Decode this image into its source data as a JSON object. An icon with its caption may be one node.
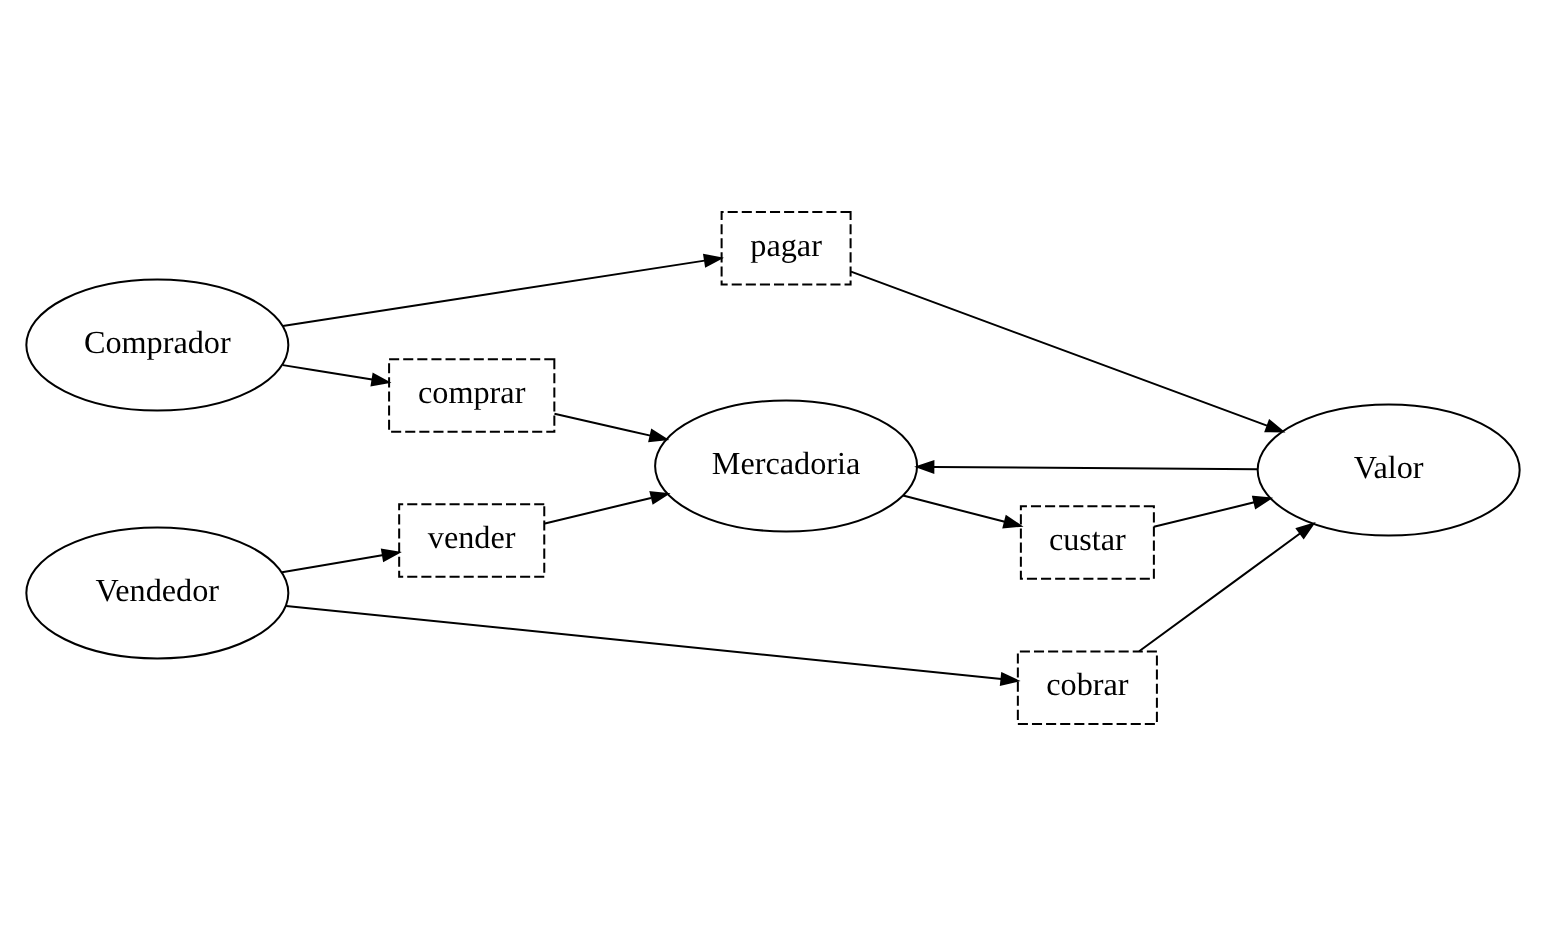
{
  "diagram": {
    "nodes": [
      {
        "text": [
          "comprar"
        ]
      },
      {
        "text": [
          "Mercadoria"
        ]
      },
      {
        "text": [
          "vender"
        ]
      },
      {
        "text": [
          "Comprador"
        ]
      },
      {
        "text": [
          "pagar"
        ]
      },
      {
        "text": [
          "custar"
        ]
      },
      {
        "text": [
          "Vendedor"
        ]
      },
      {
        "text": [
          "Valor"
        ]
      },
      {
        "text": [
          "cobrar"
        ]
      }
    ],
    "edges": [
      {
        "from": 3,
        "to": 0,
        "arrow": "to"
      },
      {
        "from": 0,
        "to": 1,
        "arrow": "to"
      },
      {
        "from": 6,
        "to": 2,
        "arrow": "to"
      },
      {
        "from": 2,
        "to": 1,
        "arrow": "to"
      },
      {
        "from": 3,
        "to": 4,
        "arrow": "to"
      },
      {
        "from": 4,
        "to": 7,
        "arrow": "to"
      },
      {
        "from": 7,
        "to": 1,
        "arrow": "to"
      },
      {
        "from": 1,
        "to": 5,
        "arrow": "to"
      },
      {
        "from": 5,
        "to": 7,
        "arrow": "to"
      },
      {
        "from": 6,
        "to": 8,
        "arrow": "to"
      },
      {
        "from": 8,
        "to": 7,
        "arrow": "to"
      }
    ]
  }
}
